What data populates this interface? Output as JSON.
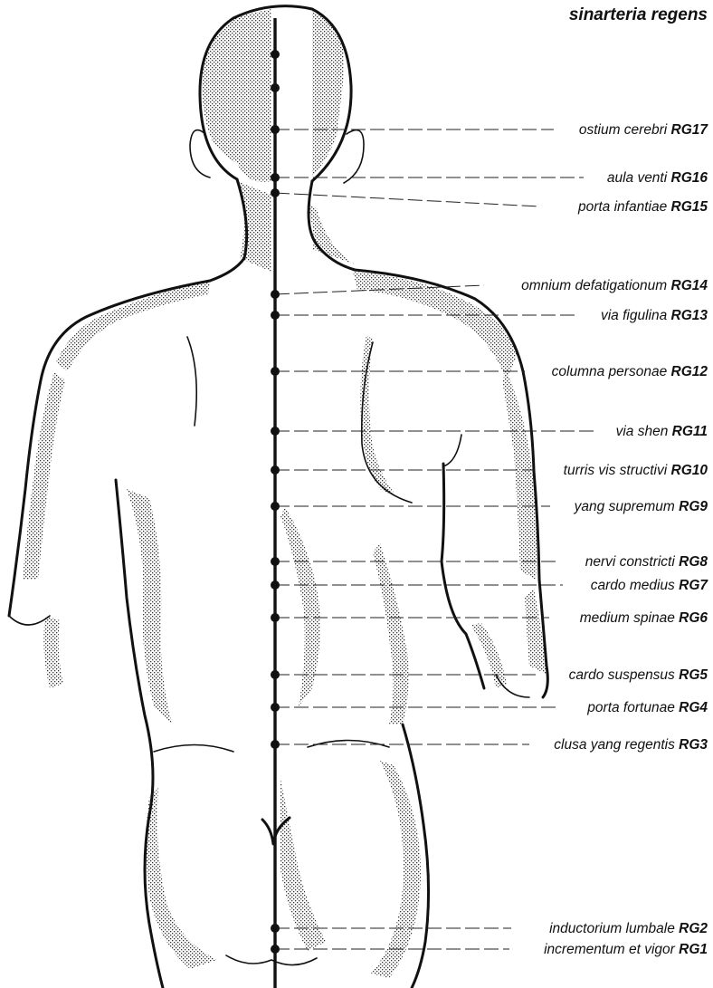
{
  "title": "sinarteria regens",
  "channel_line_color": "#111111",
  "points": [
    {
      "name": "ostium cerebri",
      "code": "RG17"
    },
    {
      "name": "aula venti",
      "code": "RG16"
    },
    {
      "name": "porta infantiae",
      "code": "RG15"
    },
    {
      "name": "omnium defatigationum",
      "code": "RG14"
    },
    {
      "name": "via figulina",
      "code": "RG13"
    },
    {
      "name": "columna personae",
      "code": "RG12"
    },
    {
      "name": "via shen",
      "code": "RG11"
    },
    {
      "name": "turris vis structivi",
      "code": "RG10"
    },
    {
      "name": "yang supremum",
      "code": "RG9"
    },
    {
      "name": "nervi constricti",
      "code": "RG8"
    },
    {
      "name": "cardo medius",
      "code": "RG7"
    },
    {
      "name": "medium spinae",
      "code": "RG6"
    },
    {
      "name": "cardo suspensus",
      "code": "RG5"
    },
    {
      "name": "porta fortunae",
      "code": "RG4"
    },
    {
      "name": "clusa yang regentis",
      "code": "RG3"
    },
    {
      "name": "inductorium lumbale",
      "code": "RG2"
    },
    {
      "name": "incrementum et vigor",
      "code": "RG1"
    }
  ]
}
